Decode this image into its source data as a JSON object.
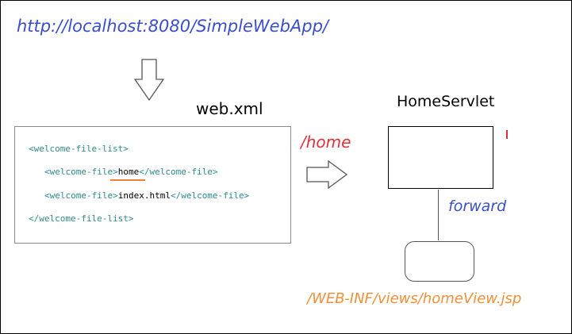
{
  "url": "http://localhost:8080/SimpleWebApp/",
  "webxml": {
    "title": "web.xml",
    "lines": [
      {
        "open": "<welcome-file-list>",
        "value": "",
        "close": ""
      },
      {
        "open": "<welcome-file>",
        "value": "home",
        "close": "</welcome-file>"
      },
      {
        "open": "<welcome-file>",
        "value": "index.html",
        "close": "</welcome-file>"
      },
      {
        "open": "</welcome-file-list>",
        "value": "",
        "close": ""
      }
    ]
  },
  "servlet": {
    "title": "HomeServlet"
  },
  "mapping_path": "/home",
  "forward_label": "forward",
  "jsp_path": "/WEB-INF/views/homeView.jsp",
  "colors": {
    "url_text": "#3b4fc7",
    "mapping_path": "#e0303a",
    "forward_label": "#3b4fc7",
    "jsp_path": "#f0903a",
    "xml_tag": "#2e8b8b",
    "highlight_underline": "#f0803a"
  },
  "icons": [
    "down-arrow-icon",
    "right-arrow-icon"
  ]
}
